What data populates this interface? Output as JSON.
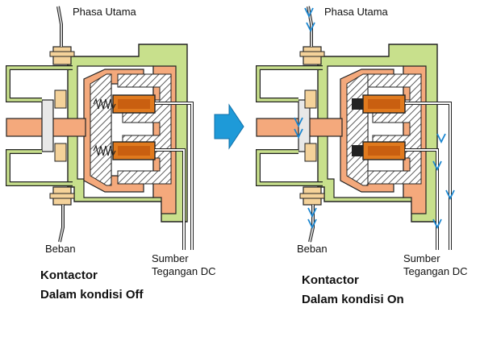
{
  "left_panel": {
    "label_top": "Phasa Utama",
    "label_load": "Beban",
    "label_source_line1": "Sumber",
    "label_source_line2": "Tegangan DC",
    "caption_line1": "Kontactor",
    "caption_line2": "Dalam kondisi Off"
  },
  "right_panel": {
    "label_top": "Phasa Utama",
    "label_load": "Beban",
    "label_source_line1": "Sumber",
    "label_source_line2": "Tegangan DC",
    "caption_line1": "Kontactor",
    "caption_line2": "Dalam kondisi On"
  },
  "colors": {
    "frame_green": "#c8e08c",
    "core_peach": "#f4a97c",
    "coil_orange": "#e07a1e",
    "arrow_blue": "#1e9ad8",
    "current_blue": "#1a86d0",
    "outline": "#222222"
  }
}
